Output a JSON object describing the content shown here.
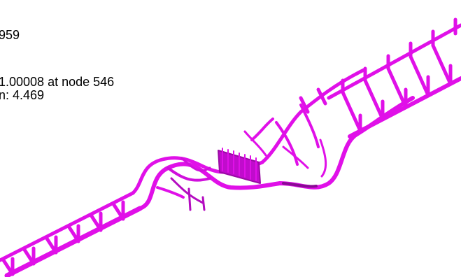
{
  "overlay": {
    "lines": [
      {
        "id": "line-1",
        "text": "959"
      },
      {
        "id": "line-2",
        "text": "1.00008 at node 546"
      },
      {
        "id": "line-3",
        "text": "n: 4.469"
      }
    ]
  },
  "model": {
    "name": "deformed-structure",
    "colors": {
      "primary": "#e010e8",
      "dark": "#8a0a94",
      "mid": "#b40cc0"
    }
  }
}
